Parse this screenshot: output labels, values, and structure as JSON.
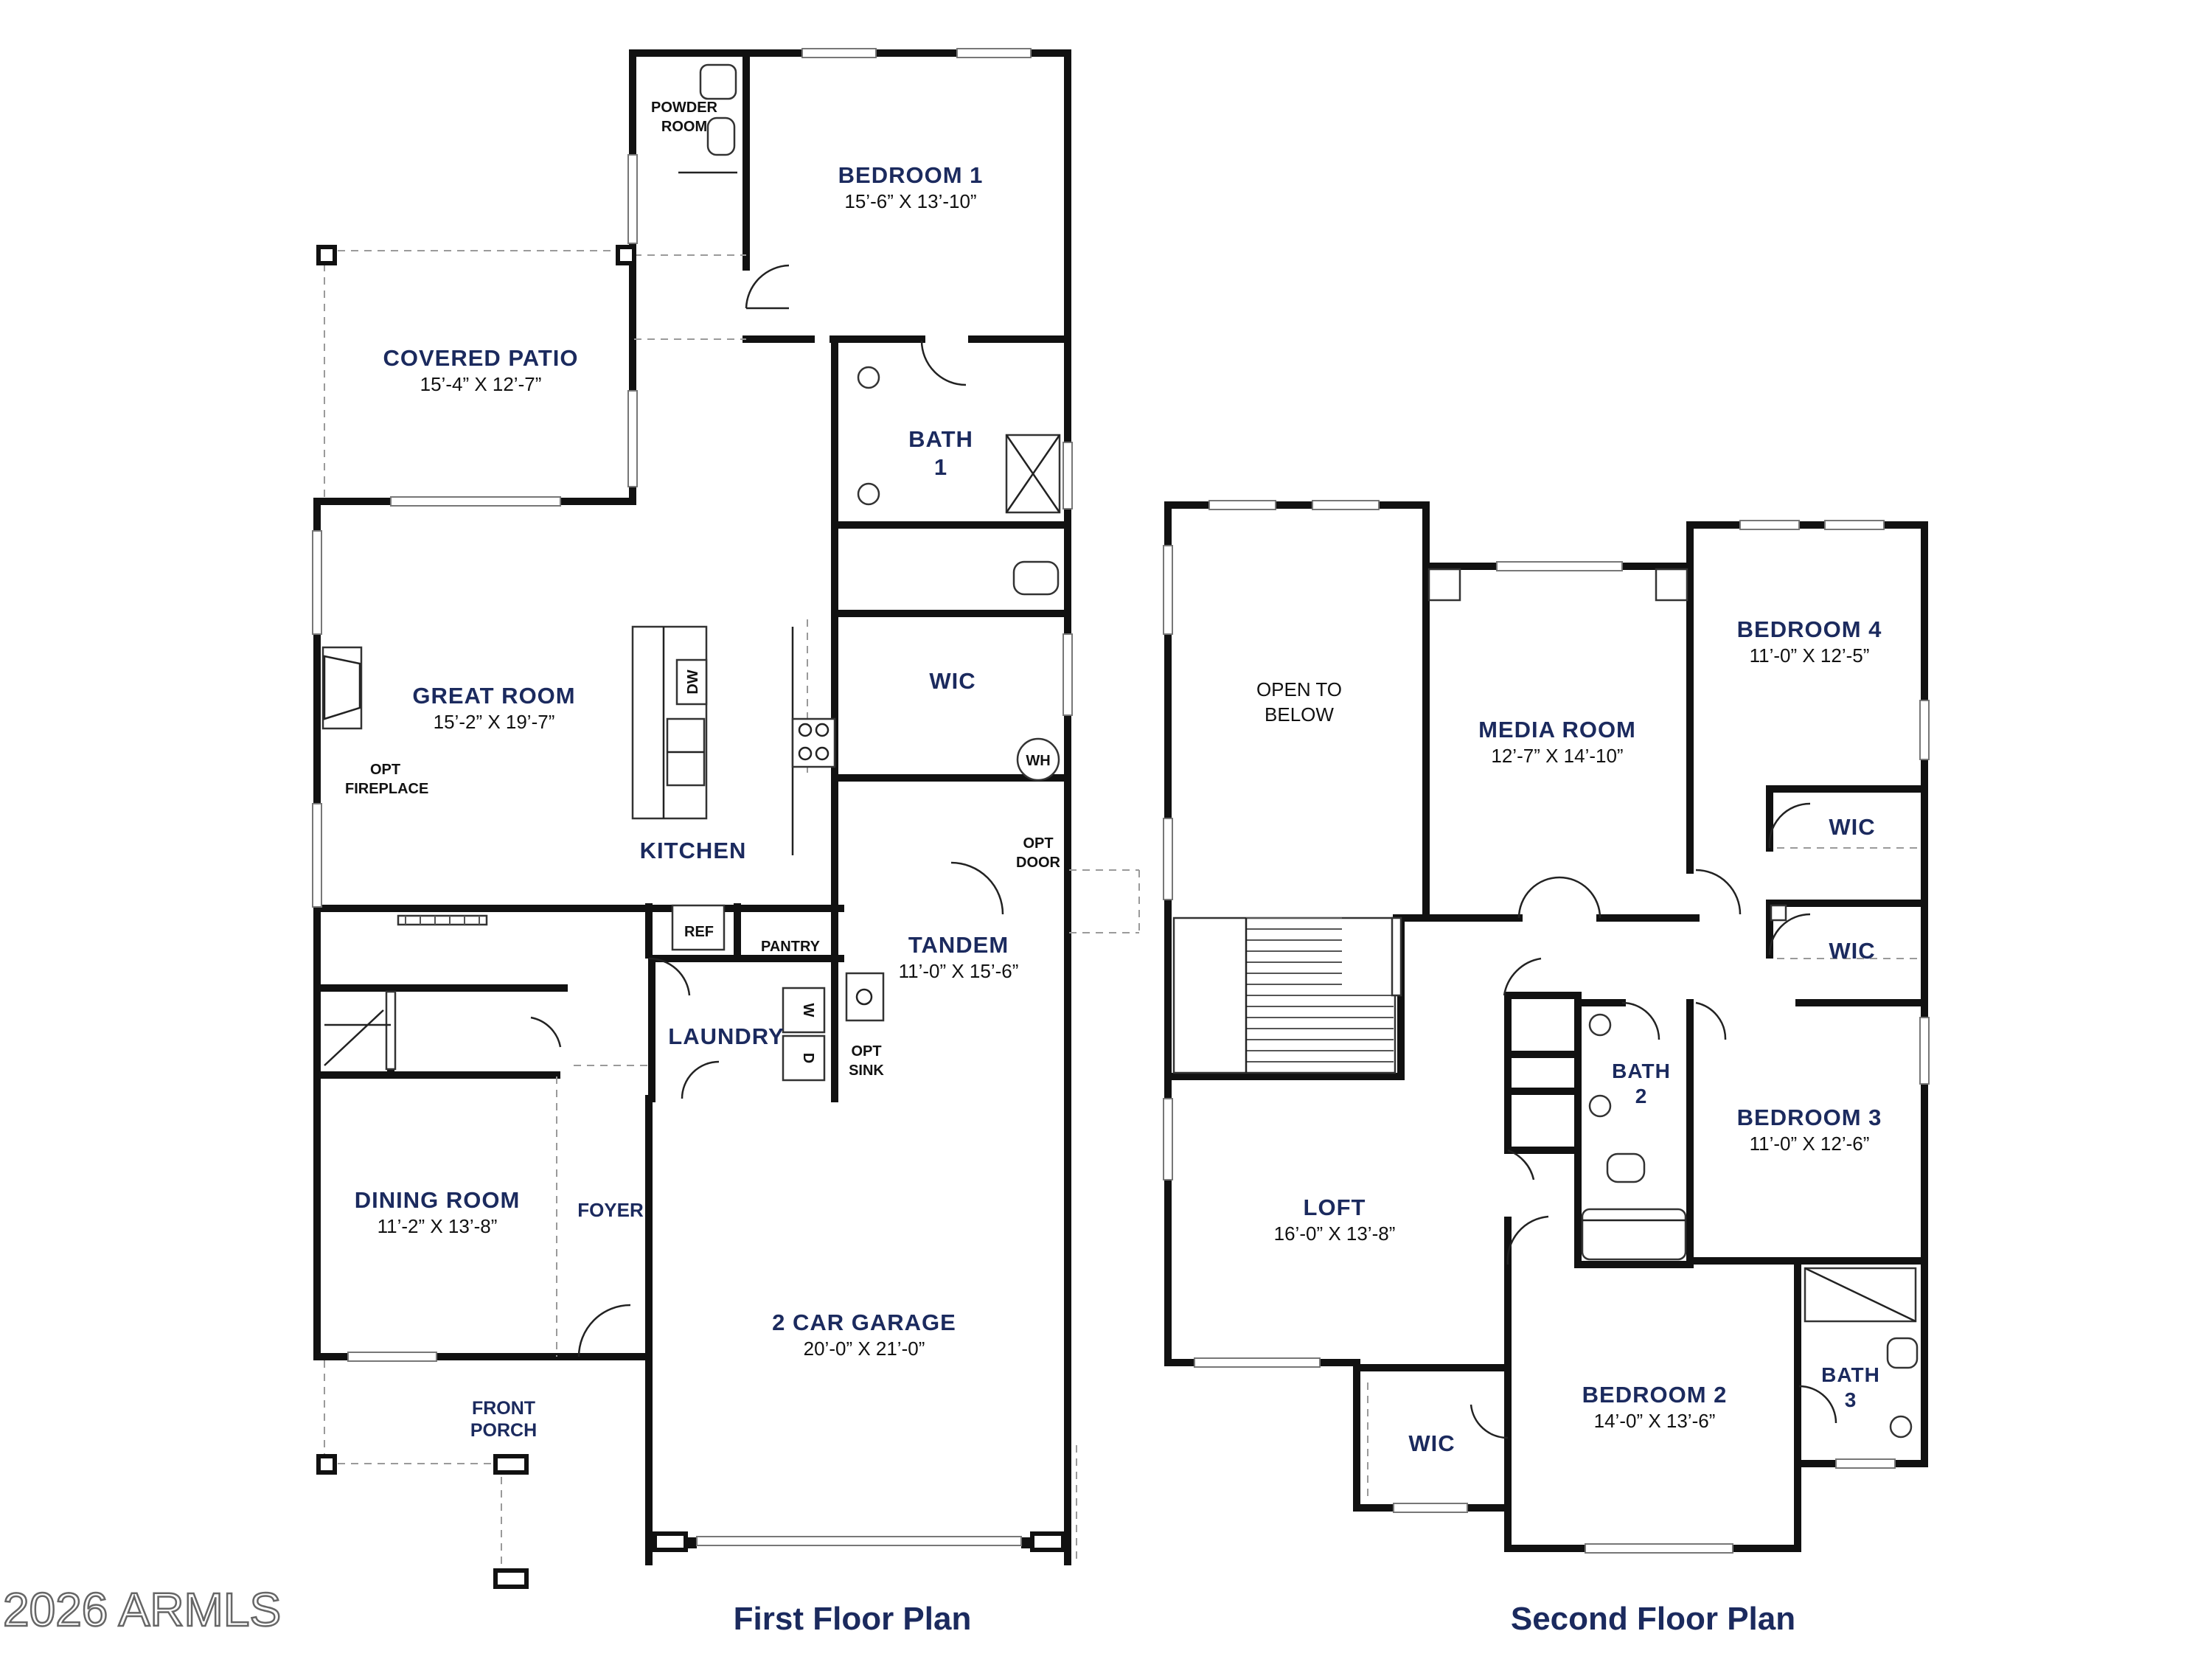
{
  "first_floor": {
    "title": "First Floor Plan",
    "rooms": {
      "bedroom1": {
        "name": "BEDROOM 1",
        "dim": "15’-6” X 13’-10”"
      },
      "powder": {
        "line1": "POWDER",
        "line2": "ROOM"
      },
      "covered_patio": {
        "name": "COVERED PATIO",
        "dim": "15’-4” X 12’-7”"
      },
      "bath1": {
        "line1": "BATH",
        "line2": "1"
      },
      "great_room": {
        "name": "GREAT ROOM",
        "dim": "15’-2” X 19’-7”"
      },
      "opt_fireplace": {
        "line1": "OPT",
        "line2": "FIREPLACE"
      },
      "wic": {
        "name": "WIC"
      },
      "wh": "WH",
      "kitchen": {
        "name": "KITCHEN"
      },
      "dw": "DW",
      "opt_door": {
        "line1": "OPT",
        "line2": "DOOR"
      },
      "ref": "REF",
      "pantry": "PANTRY",
      "tandem": {
        "name": "TANDEM",
        "dim": "11’-0” X 15’-6”"
      },
      "laundry": {
        "name": "LAUNDRY"
      },
      "washer": "W",
      "dryer": "D",
      "opt_sink": {
        "line1": "OPT",
        "line2": "SINK"
      },
      "dining_room": {
        "name": "DINING ROOM",
        "dim": "11’-2” X 13’-8”"
      },
      "foyer": {
        "name": "FOYER"
      },
      "garage": {
        "name": "2 CAR GARAGE",
        "dim": "20’-0” X 21’-0”"
      },
      "front_porch": {
        "line1": "FRONT",
        "line2": "PORCH"
      }
    }
  },
  "second_floor": {
    "title": "Second Floor Plan",
    "rooms": {
      "open_to_below": {
        "line1": "OPEN TO",
        "line2": "BELOW"
      },
      "media_room": {
        "name": "MEDIA ROOM",
        "dim": "12’-7” X 14’-10”"
      },
      "bedroom4": {
        "name": "BEDROOM 4",
        "dim": "11’-0” X 12’-5”"
      },
      "wic_b4": {
        "name": "WIC"
      },
      "wic_b3": {
        "name": "WIC"
      },
      "bath2": {
        "line1": "BATH",
        "line2": "2"
      },
      "bedroom3": {
        "name": "BEDROOM 3",
        "dim": "11’-0” X 12’-6”"
      },
      "loft": {
        "name": "LOFT",
        "dim": "16’-0” X 13’-8”"
      },
      "wic_b2": {
        "name": "WIC"
      },
      "bedroom2": {
        "name": "BEDROOM 2",
        "dim": "14’-0” X 13’-6”"
      },
      "bath3": {
        "line1": "BATH",
        "line2": "3"
      }
    }
  },
  "watermark": "2026 ARMLS",
  "colors": {
    "label": "#1b2a5e",
    "wall": "#111111",
    "background": "#ffffff"
  }
}
